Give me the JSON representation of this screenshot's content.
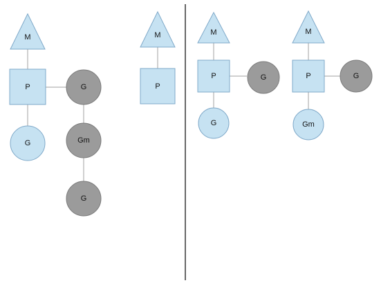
{
  "colors": {
    "blue_fill": "#c6e2f2",
    "blue_stroke": "#7fa9c9",
    "gray_fill": "#9b9b9b",
    "gray_stroke": "#7a7a7a",
    "edge": "#a0a0a0",
    "divider": "#000000"
  },
  "left_panel": {
    "group_1": {
      "m_label": "M",
      "p_label": "P",
      "local_g_label": "G",
      "running_g_label": "G",
      "gm_label": "Gm",
      "next_g_label": "G"
    },
    "group_2": {
      "m_label": "M",
      "p_label": "P"
    }
  },
  "right_panel": {
    "group_1": {
      "m_label": "M",
      "p_label": "P",
      "running_g_label": "G",
      "local_g_label": "G"
    },
    "group_2": {
      "m_label": "M",
      "p_label": "P",
      "running_g_label": "G",
      "gm_label": "Gm"
    }
  }
}
